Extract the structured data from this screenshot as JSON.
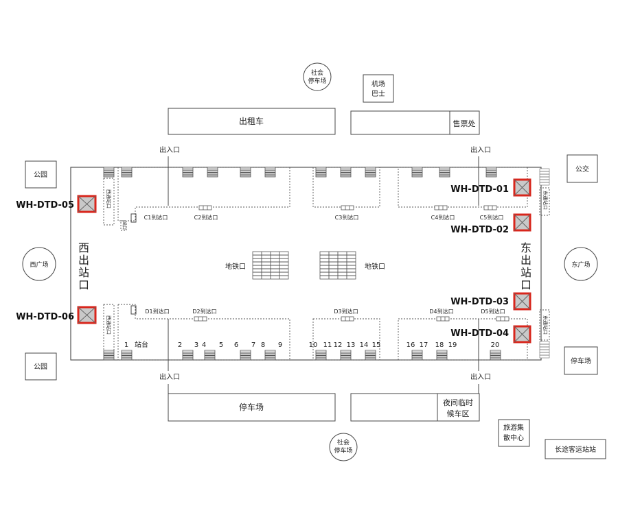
{
  "facilities": {
    "parking_social_top": [
      "社会",
      "停车场"
    ],
    "airport_bus": [
      "机场",
      "巴士"
    ],
    "taxi": "出租车",
    "ticket_office": "售票处",
    "park_tl": "公园",
    "park_bl": "公园",
    "bus": "公交",
    "parking_right": "停车场",
    "west_square": "西广场",
    "east_square": "东广场",
    "parking_bottom": "停车场",
    "night_waiting": [
      "夜间临时",
      "候车区"
    ],
    "parking_social_bottom": [
      "社会",
      "停车场"
    ],
    "tourist_center": [
      "旅游集",
      "散中心"
    ],
    "long_distance": "长途客运站站"
  },
  "entrances": {
    "top_left": "出入口",
    "top_right": "出入口",
    "bottom_left": "出入口",
    "bottom_right": "出入口"
  },
  "exits": {
    "west": "西出站口",
    "east": "东出站口",
    "west_corridor_top": "西通站口",
    "west_corridor_bottom": "西通站口",
    "east_corridor_top": "东通站口",
    "east_corridor_bottom": "东通站口",
    "small_exit": "出口"
  },
  "metro_label_left": "地铁口",
  "metro_label_right": "地铁口",
  "arrival_labels": {
    "c1": "C1到达口",
    "c2": "C2到达口",
    "c3": "C3到达口",
    "c4": "C4到达口",
    "c5": "C5到达口",
    "d1": "D1到达口",
    "d2": "D2到达口",
    "d3": "D3到达口",
    "d4": "D4到达口",
    "d5": "D5到达口"
  },
  "platform_label": "站台",
  "platform_numbers": [
    "1",
    "2",
    "3",
    "4",
    "5",
    "6",
    "7",
    "8",
    "9",
    "10",
    "11",
    "12",
    "13",
    "14",
    "15",
    "16",
    "17",
    "18",
    "19",
    "20"
  ],
  "ad_markers": {
    "m01": "WH-DTD-01",
    "m02": "WH-DTD-02",
    "m03": "WH-DTD-03",
    "m04": "WH-DTD-04",
    "m05": "WH-DTD-05",
    "m06": "WH-DTD-06"
  },
  "colors": {
    "marker_border": "#d8261c",
    "marker_fill": "#c9c9c9",
    "line": "#444444"
  }
}
